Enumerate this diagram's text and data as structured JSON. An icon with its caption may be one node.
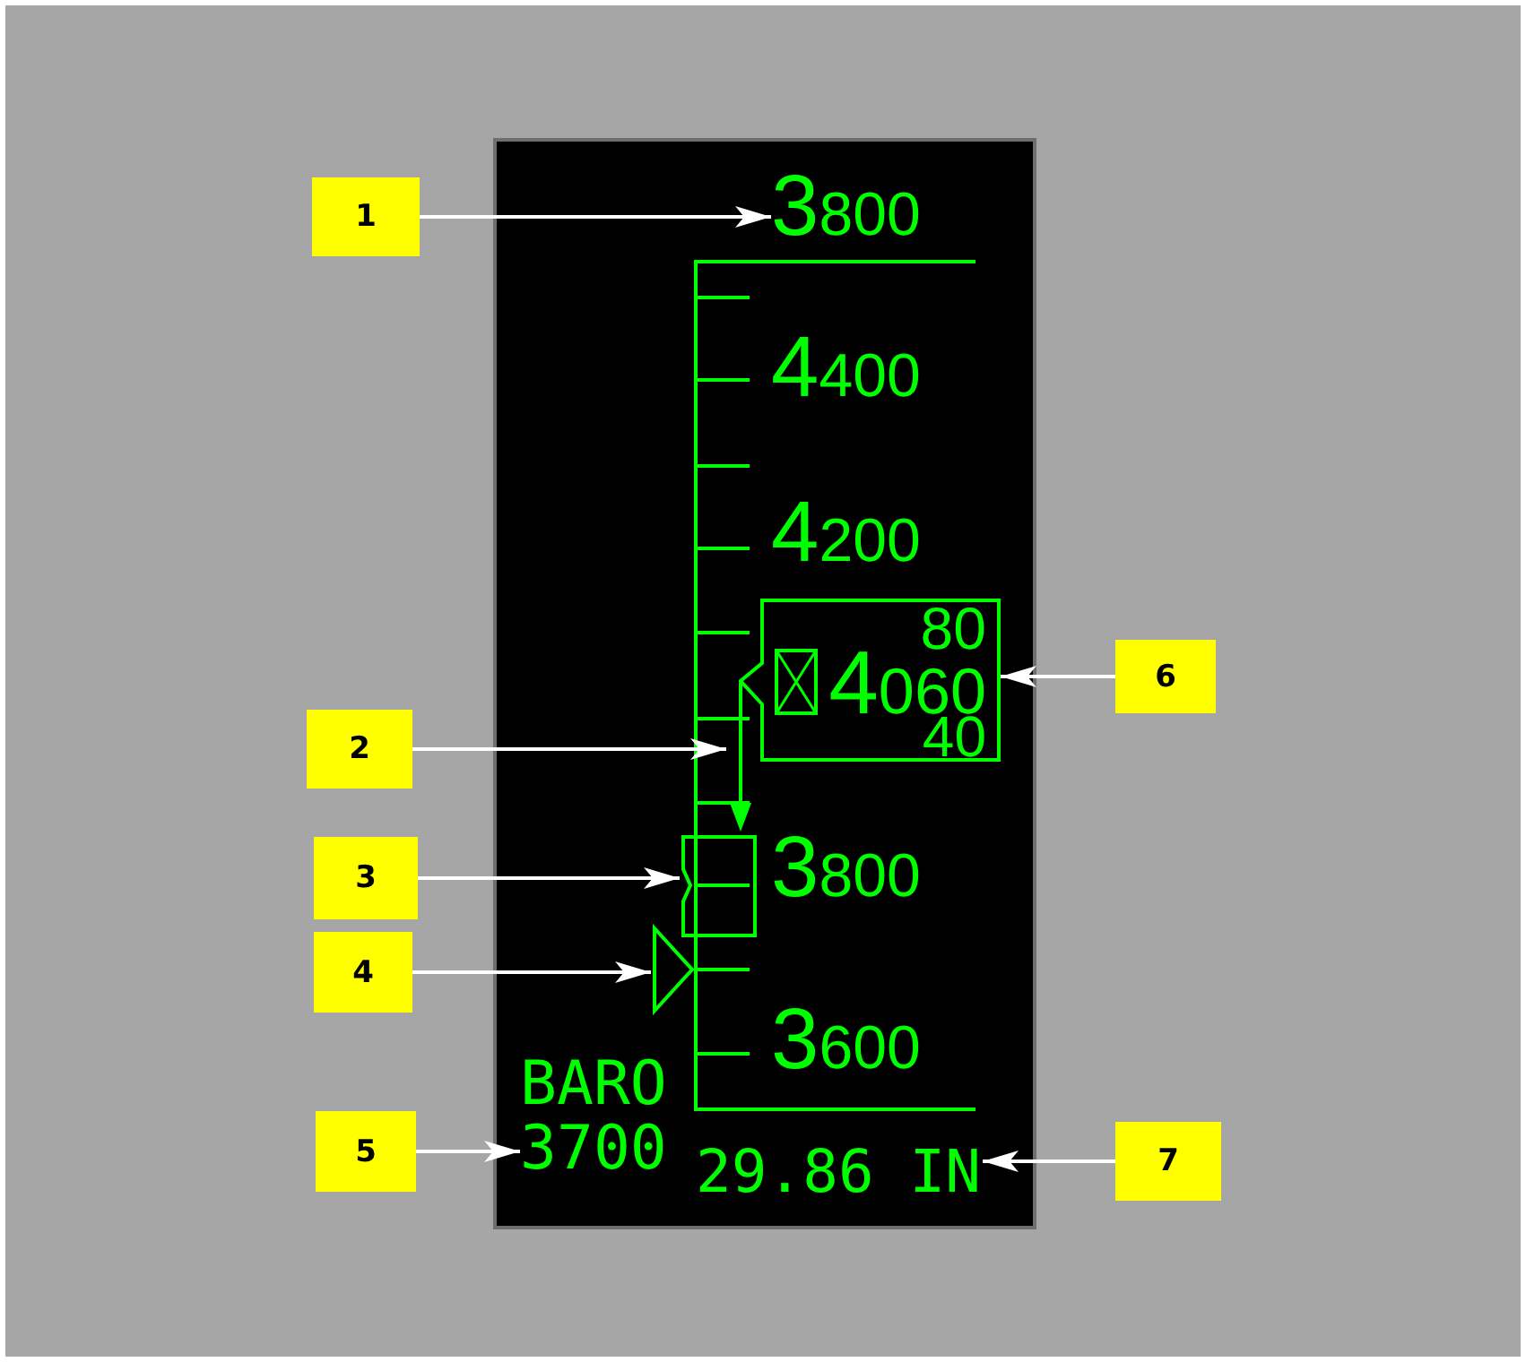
{
  "diagram": {
    "nodes": [
      {
        "text": [
          "1"
        ]
      },
      {
        "text": [
          "3800"
        ]
      },
      {
        "text": [
          "2"
        ]
      },
      {
        "text": [],
        "shape": "line"
      },
      {
        "text": [
          "3"
        ]
      },
      {
        "text": [],
        "shape": "box"
      },
      {
        "text": [
          "4"
        ]
      },
      {
        "text": [],
        "shape": "triangle"
      },
      {
        "text": [
          "5"
        ]
      },
      {
        "text": [
          "BARO",
          "3700"
        ]
      },
      {
        "text": [
          "6"
        ]
      },
      {
        "text": [
          "80",
          "4060",
          "40"
        ]
      },
      {
        "text": [
          "7"
        ]
      },
      {
        "text": [
          "29.86 IN"
        ]
      }
    ],
    "edges": [
      {
        "from": 0,
        "to": 1,
        "arrow": "to"
      },
      {
        "from": 2,
        "to": 3,
        "arrow": "to"
      },
      {
        "from": 4,
        "to": 5,
        "arrow": "to"
      },
      {
        "from": 6,
        "to": 7,
        "arrow": "to"
      },
      {
        "from": 8,
        "to": 9,
        "arrow": "to"
      },
      {
        "from": 10,
        "to": 11,
        "arrow": "to"
      },
      {
        "from": 12,
        "to": 13,
        "arrow": "to"
      }
    ],
    "labels": [
      "4400",
      "4200",
      "3800",
      "3600"
    ]
  }
}
